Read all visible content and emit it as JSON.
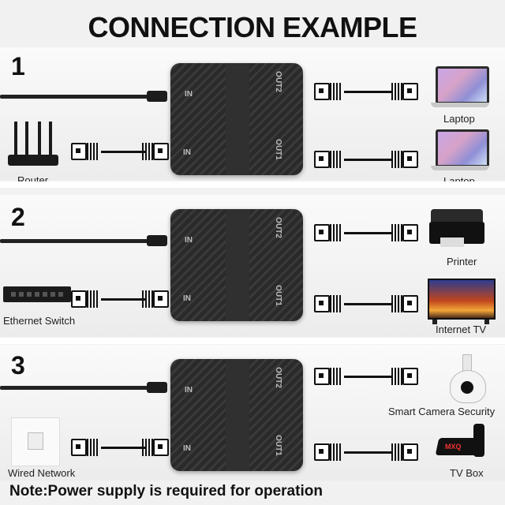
{
  "title": "CONNECTION EXAMPLE",
  "steps": [
    {
      "number": "1",
      "source_label": "Router",
      "source_icon": "router-icon",
      "outputs": [
        {
          "label": "Laptop",
          "icon": "laptop-icon"
        },
        {
          "label": "Laptop",
          "icon": "laptop-icon"
        }
      ]
    },
    {
      "number": "2",
      "source_label": "Ethernet Switch",
      "source_icon": "ethernet-switch-icon",
      "outputs": [
        {
          "label": "Printer",
          "icon": "printer-icon"
        },
        {
          "label": "Internet TV",
          "icon": "tv-icon"
        }
      ]
    },
    {
      "number": "3",
      "source_label": "Wired Network",
      "source_icon": "wall-jack-icon",
      "outputs": [
        {
          "label": "Smart Camera Security",
          "icon": "camera-icon"
        },
        {
          "label": "TV Box",
          "icon": "tv-box-icon"
        }
      ]
    }
  ],
  "hub": {
    "in_label": "IN",
    "out1_label": "OUT1",
    "out2_label": "OUT2",
    "tvbox_brand": "MXQ"
  },
  "note": "Note:Power supply is required for operation",
  "colors": {
    "background": "#f1f1f1",
    "hub": "#2a2a2a",
    "text": "#111111"
  }
}
